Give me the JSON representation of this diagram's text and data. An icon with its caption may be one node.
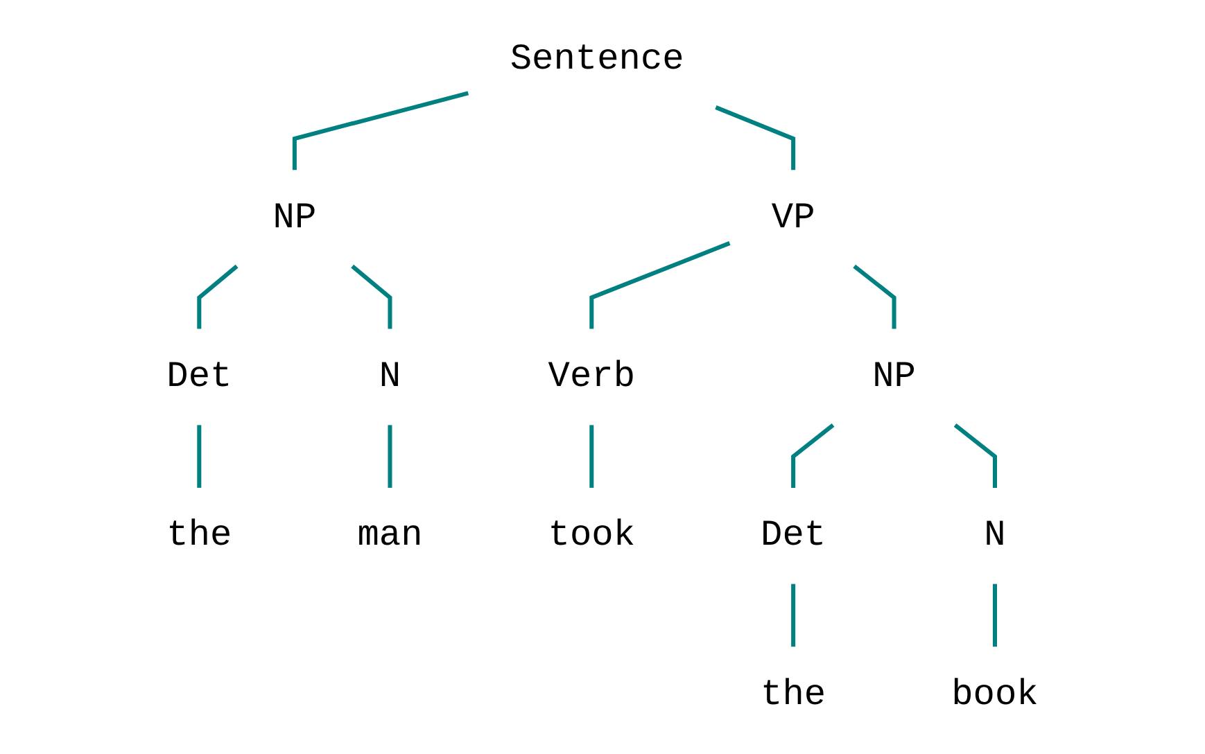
{
  "diagram": {
    "nodes": [
      {
        "text": [
          "Sentence"
        ]
      },
      {
        "text": [
          "NP"
        ]
      },
      {
        "text": [
          "VP"
        ]
      },
      {
        "text": [
          "Det"
        ]
      },
      {
        "text": [
          "N"
        ]
      },
      {
        "text": [
          "Verb"
        ]
      },
      {
        "text": [
          "NP"
        ]
      },
      {
        "text": [
          "the"
        ]
      },
      {
        "text": [
          "man"
        ]
      },
      {
        "text": [
          "took"
        ]
      },
      {
        "text": [
          "Det"
        ]
      },
      {
        "text": [
          "N"
        ]
      },
      {
        "text": [
          "the"
        ]
      },
      {
        "text": [
          "book"
        ]
      }
    ],
    "edges": [
      {
        "from": 0,
        "to": 1,
        "arrow": "none"
      },
      {
        "from": 0,
        "to": 2,
        "arrow": "none"
      },
      {
        "from": 1,
        "to": 3,
        "arrow": "none"
      },
      {
        "from": 1,
        "to": 4,
        "arrow": "none"
      },
      {
        "from": 2,
        "to": 5,
        "arrow": "none"
      },
      {
        "from": 2,
        "to": 6,
        "arrow": "none"
      },
      {
        "from": 3,
        "to": 7,
        "arrow": "none"
      },
      {
        "from": 4,
        "to": 8,
        "arrow": "none"
      },
      {
        "from": 5,
        "to": 9,
        "arrow": "none"
      },
      {
        "from": 6,
        "to": 10,
        "arrow": "none"
      },
      {
        "from": 6,
        "to": 11,
        "arrow": "none"
      },
      {
        "from": 10,
        "to": 12,
        "arrow": "none"
      },
      {
        "from": 11,
        "to": 13,
        "arrow": "none"
      }
    ]
  }
}
